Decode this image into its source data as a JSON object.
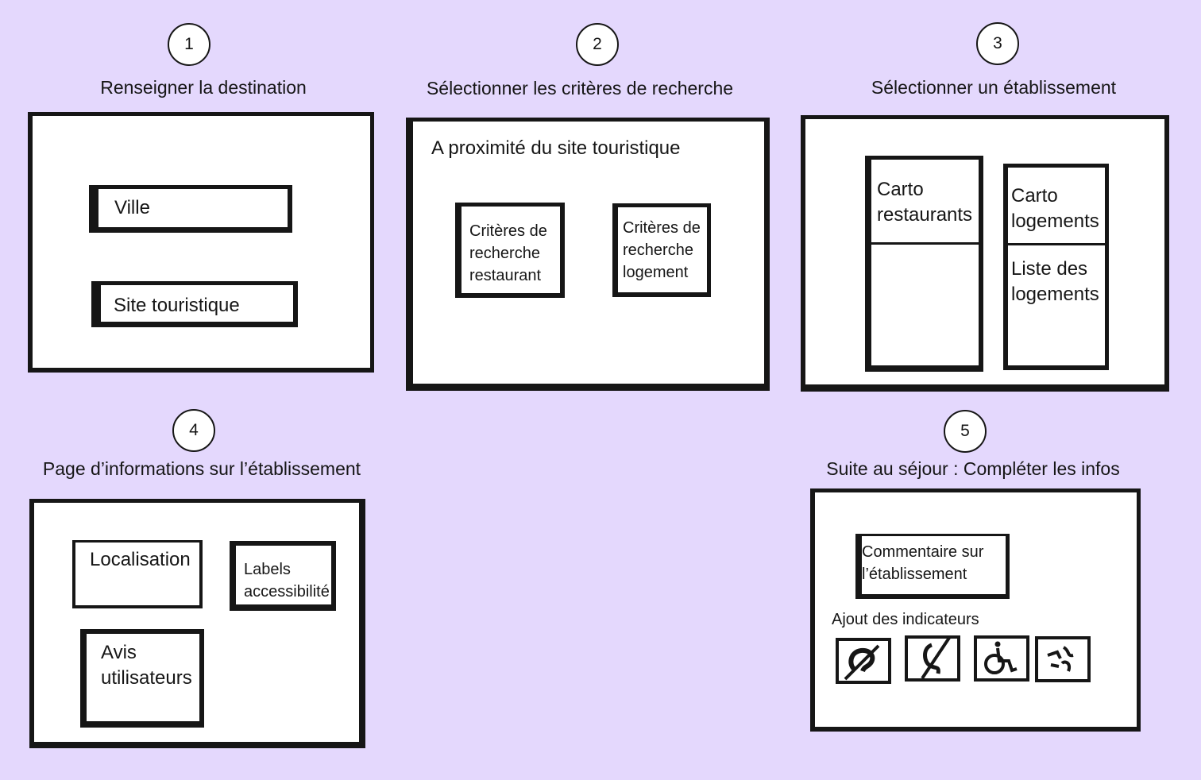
{
  "steps": [
    {
      "number": "1",
      "title": "Renseigner la destination"
    },
    {
      "number": "2",
      "title": "Sélectionner les critères de recherche"
    },
    {
      "number": "3",
      "title": "Sélectionner un établissement"
    },
    {
      "number": "4",
      "title": "Page d’informations sur l’établissement"
    },
    {
      "number": "5",
      "title": "Suite au séjour : Compléter les infos"
    }
  ],
  "screen1": {
    "field_ville": "Ville",
    "field_site": "Site touristique"
  },
  "screen2": {
    "heading": "A proximité du site touristique",
    "card_restaurant": [
      "Critères de",
      "recherche",
      "restaurant"
    ],
    "card_logement": [
      "Critères de",
      "recherche",
      "logement"
    ]
  },
  "screen3": {
    "col_restaurants": [
      "Carto",
      "restaurants"
    ],
    "col_logements": [
      "Carto",
      "logements"
    ],
    "col_logements_list": [
      "Liste des",
      "logements"
    ]
  },
  "screen4": {
    "localisation": "Localisation",
    "labels": [
      "Labels",
      "accessibilité"
    ],
    "avis": [
      "Avis",
      "utilisateurs"
    ]
  },
  "screen5": {
    "comment": [
      "Commentaire sur",
      "l’établissement"
    ],
    "indicators_label": "Ajout des indicateurs",
    "icons": [
      "hearing-impairment-icon",
      "visual-impairment-icon",
      "wheelchair-icon",
      "cognitive-impairment-icon"
    ]
  }
}
